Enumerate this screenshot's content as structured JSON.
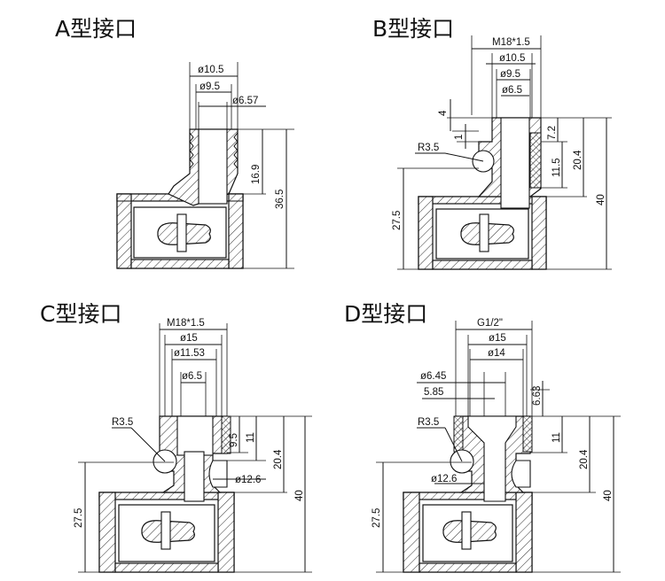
{
  "panels": {
    "a": {
      "title": "A型接口",
      "dims": {
        "d1": "ø10.5",
        "d2": "ø9.5",
        "d3": "ø6.57",
        "h1": "16.9",
        "h2": "36.5"
      }
    },
    "b": {
      "title": "B型接口",
      "dims": {
        "m": "M18*1.5",
        "d1": "ø10.5",
        "d2": "ø9.5",
        "d3": "ø6.5",
        "v4": "4",
        "v1": "1",
        "v72": "7.2",
        "r": "R3.5",
        "v115": "11.5",
        "v204": "20.4",
        "v275": "27.5",
        "v40": "40"
      }
    },
    "c": {
      "title": "C型接口",
      "dims": {
        "m": "M18*1.5",
        "d15": "ø15",
        "d1153": "ø11.53",
        "d65": "ø6.5",
        "r": "R3.5",
        "v95": "9.5",
        "v11": "11",
        "d126": "ø12.6",
        "v204": "20.4",
        "v40": "40",
        "v275": "27.5"
      }
    },
    "d": {
      "title": "D型接口",
      "dims": {
        "g": "G1/2\"",
        "d15": "ø15",
        "d14": "ø14",
        "d645": "ø6.45",
        "v585": "5.85",
        "v663": "6.63",
        "r": "R3.5",
        "v11": "11",
        "d126": "ø12.6",
        "v204": "20.4",
        "v40": "40",
        "v275": "27.5"
      }
    }
  }
}
